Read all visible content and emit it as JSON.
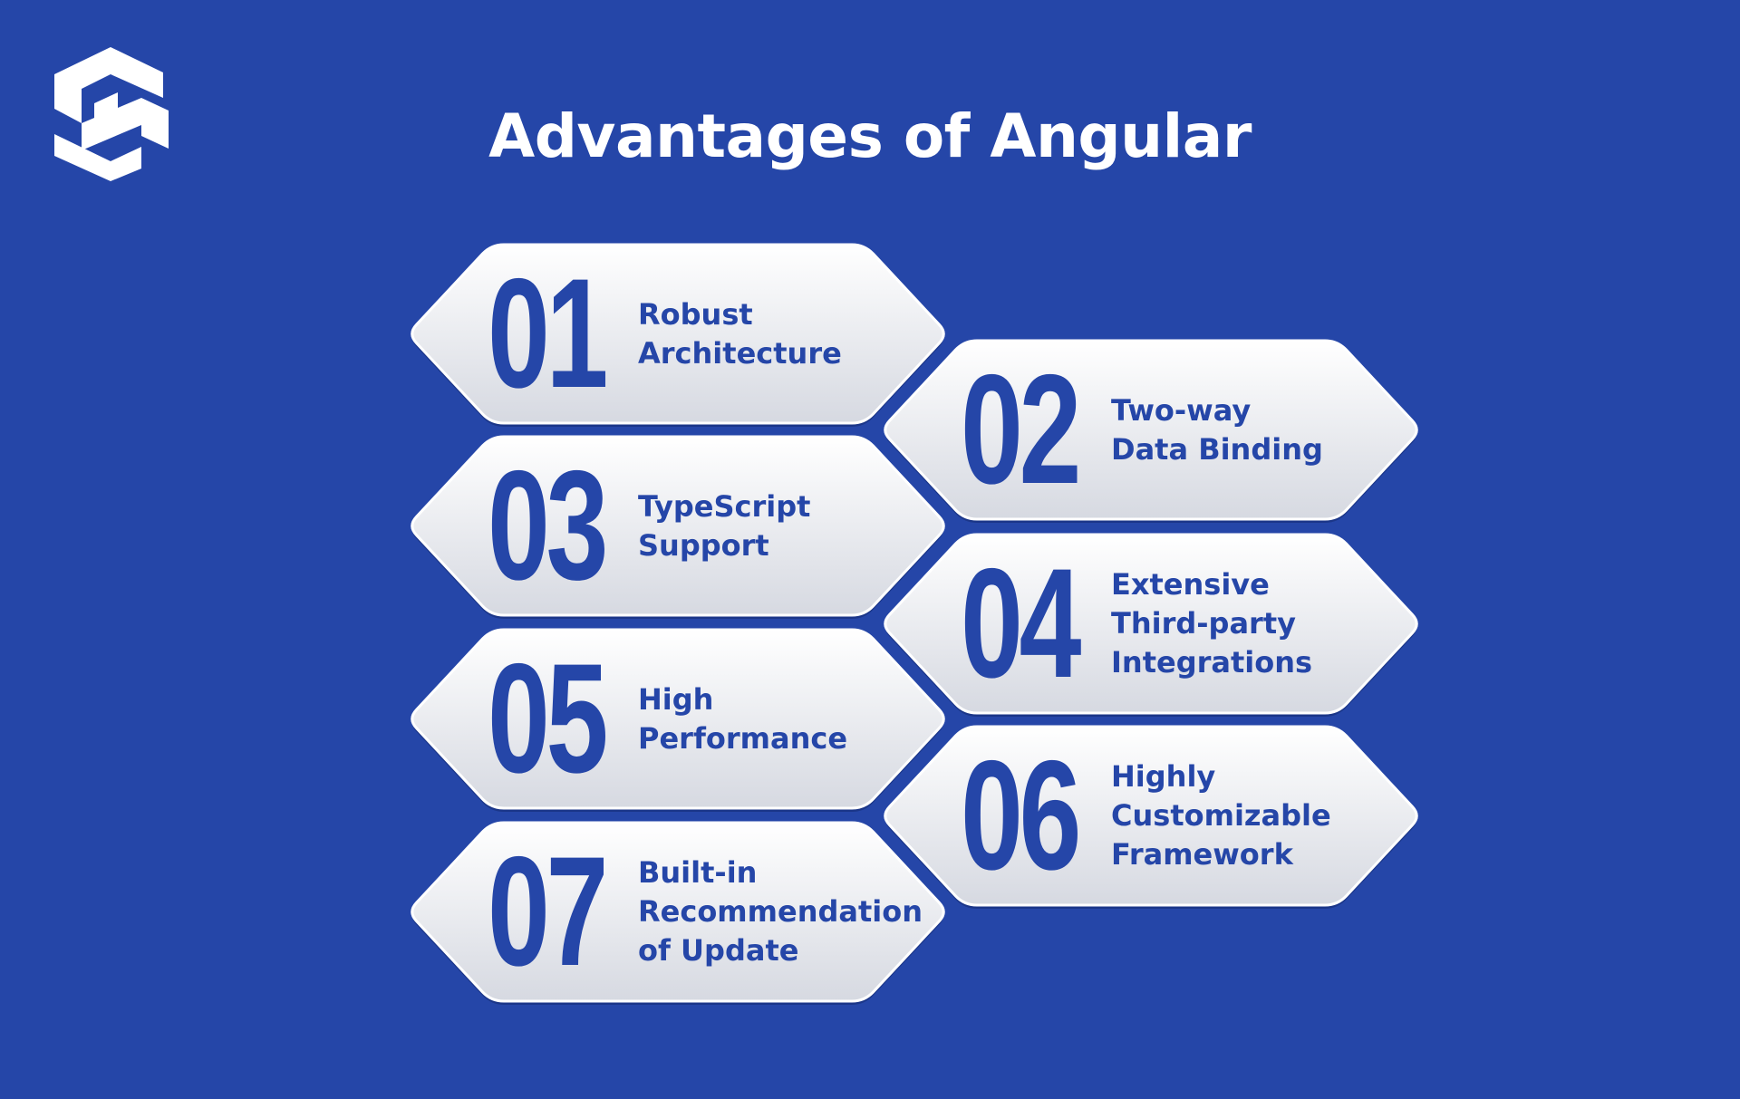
{
  "title": "Advantages of Angular",
  "logo": {
    "icon": "s-logo-icon"
  },
  "colors": {
    "background": "#2546a8",
    "accent": "#2546a8",
    "card_top": "#ffffff",
    "card_bottom": "#d6d9e1"
  },
  "items": [
    {
      "number": "01",
      "lines": [
        "Robust",
        "Architecture"
      ]
    },
    {
      "number": "02",
      "lines": [
        "Two-way",
        "Data Binding"
      ]
    },
    {
      "number": "03",
      "lines": [
        "TypeScript",
        "Support"
      ]
    },
    {
      "number": "04",
      "lines": [
        "Extensive",
        "Third-party",
        "Integrations"
      ]
    },
    {
      "number": "05",
      "lines": [
        "High",
        "Performance"
      ]
    },
    {
      "number": "06",
      "lines": [
        "Highly",
        "Customizable",
        "Framework"
      ]
    },
    {
      "number": "07",
      "lines": [
        "Built-in",
        "Recommendation",
        "of Update"
      ]
    }
  ]
}
